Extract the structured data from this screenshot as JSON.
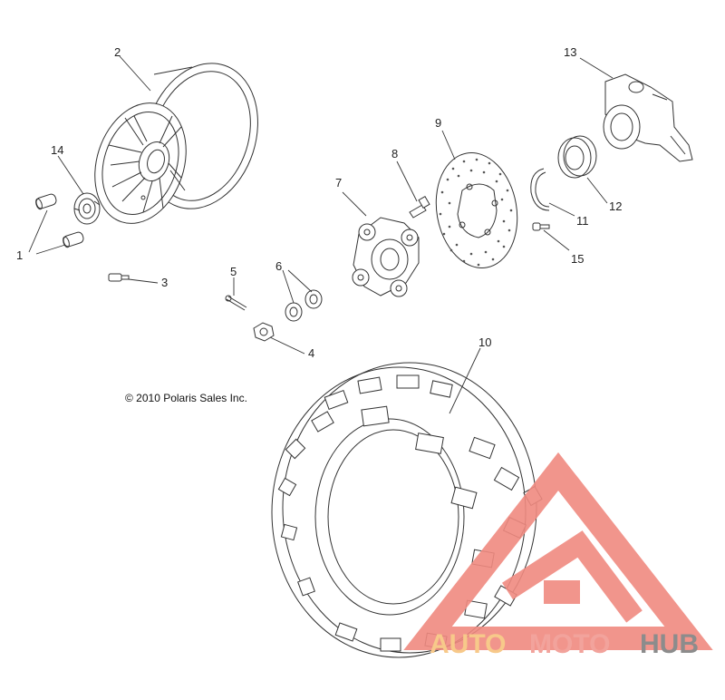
{
  "diagram": {
    "copyright": "© 2010 Polaris Sales Inc.",
    "callouts": {
      "c1": "1",
      "c2": "2",
      "c3": "3",
      "c4": "4",
      "c5": "5",
      "c6": "6",
      "c7": "7",
      "c8": "8",
      "c9": "9",
      "c10": "10",
      "c11": "11",
      "c12": "12",
      "c13": "13",
      "c14": "14",
      "c15": "15"
    }
  },
  "watermark": {
    "part1": "AUTO",
    "part2": "MOTO",
    "part3": "HUB",
    "colors": {
      "auto": "#f7c98a",
      "moto": "#f2a39c",
      "hub": "#8c8c8c",
      "logo": "#f08a80"
    }
  }
}
